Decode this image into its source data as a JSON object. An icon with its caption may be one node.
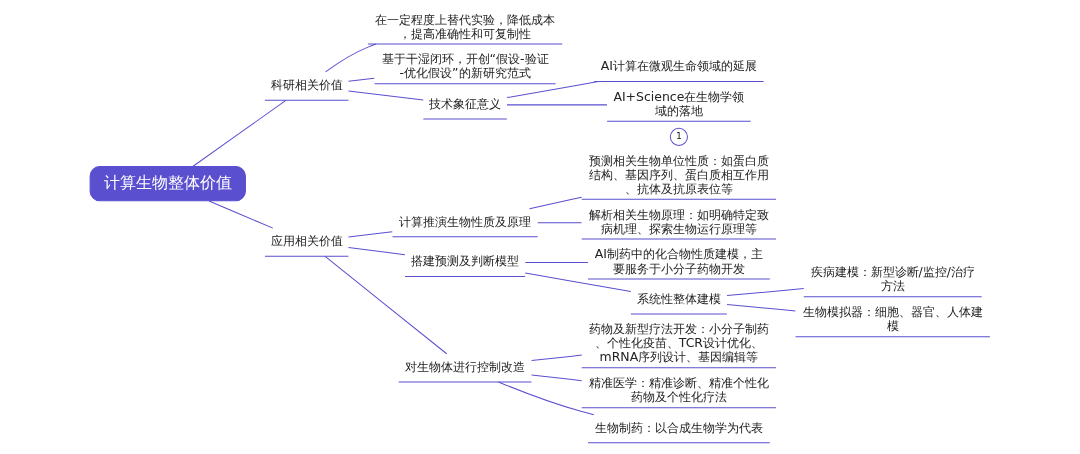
{
  "diagram": {
    "nodes": [
      {
        "text": [
          "计算生物整体价值"
        ]
      },
      {
        "text": [
          "科研相关价值"
        ]
      },
      {
        "text": [
          "在一定程度上替代实验，降低成本，提高准确性和可复制性"
        ]
      },
      {
        "text": [
          "基于干湿闭环，开创“假设-验证-优化假设”的新研究范式"
        ]
      },
      {
        "text": [
          "技术象征意义"
        ]
      },
      {
        "text": [
          "AI计算在微观生命领域的延展"
        ]
      },
      {
        "text": [
          "AI+Science在生物学领域的落地"
        ],
        "beside": [
          "1"
        ]
      },
      {
        "text": [
          "应用相关价值"
        ]
      },
      {
        "text": [
          "计算推演生物性质及原理"
        ]
      },
      {
        "text": [
          "预测相关生物单位性质：如蛋白质结构、基因序列、蛋白质相互作用、抗体及抗原表位等"
        ]
      },
      {
        "text": [
          "解析相关生物原理：如明确特定致病机理、探索生物运行原理等"
        ]
      },
      {
        "text": [
          "搭建预测及判断模型"
        ]
      },
      {
        "text": [
          "AI制药中的化合物性质建模，主要服务于小分子药物开发"
        ]
      },
      {
        "text": [
          "系统性整体建模"
        ]
      },
      {
        "text": [
          "疾病建模：新型诊断/监控/治疗方法"
        ]
      },
      {
        "text": [
          "生物模拟器：细胞、器官、人体建模"
        ]
      },
      {
        "text": [
          "对生物体进行控制改造"
        ]
      },
      {
        "text": [
          "药物及新型疗法开发：小分子制药、个性化疫苗、TCR设计优化、mRNA序列设计、基因编辑等"
        ]
      },
      {
        "text": [
          "精准医学：精准诊断、精准个性化药物及个性化疗法"
        ]
      },
      {
        "text": [
          "生物制药：以合成生物学为代表"
        ]
      }
    ],
    "edges": [
      {
        "from": 0,
        "to": 1,
        "arrow": "none"
      },
      {
        "from": 1,
        "to": 2,
        "arrow": "none"
      },
      {
        "from": 1,
        "to": 3,
        "arrow": "none"
      },
      {
        "from": 1,
        "to": 4,
        "arrow": "none"
      },
      {
        "from": 4,
        "to": 5,
        "arrow": "none"
      },
      {
        "from": 4,
        "to": 6,
        "arrow": "none"
      },
      {
        "from": 0,
        "to": 7,
        "arrow": "none"
      },
      {
        "from": 7,
        "to": 8,
        "arrow": "none"
      },
      {
        "from": 8,
        "to": 9,
        "arrow": "none"
      },
      {
        "from": 8,
        "to": 10,
        "arrow": "none"
      },
      {
        "from": 7,
        "to": 11,
        "arrow": "none"
      },
      {
        "from": 11,
        "to": 12,
        "arrow": "none"
      },
      {
        "from": 11,
        "to": 13,
        "arrow": "none"
      },
      {
        "from": 13,
        "to": 14,
        "arrow": "none"
      },
      {
        "from": 13,
        "to": 15,
        "arrow": "none"
      },
      {
        "from": 7,
        "to": 16,
        "arrow": "none"
      },
      {
        "from": 16,
        "to": 17,
        "arrow": "none"
      },
      {
        "from": 16,
        "to": 18,
        "arrow": "none"
      },
      {
        "from": 16,
        "to": 19,
        "arrow": "none"
      }
    ]
  }
}
